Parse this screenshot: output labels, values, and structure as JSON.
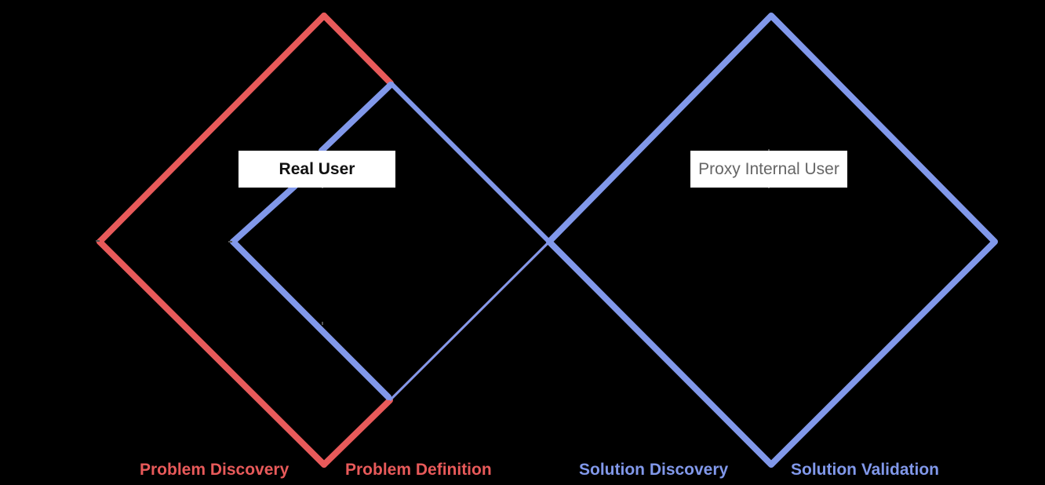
{
  "labels": {
    "real_user": "Real User",
    "proxy_user": "Proxy Internal User"
  },
  "phases": [
    {
      "label": "Problem Discovery",
      "color": "#e85a5a"
    },
    {
      "label": "Problem Definition",
      "color": "#e85a5a"
    },
    {
      "label": "Solution Discovery",
      "color": "#8198ea"
    },
    {
      "label": "Solution Validation",
      "color": "#8198ea"
    }
  ],
  "colors": {
    "problem": "#e85a5a",
    "solution": "#8198ea",
    "background": "#000000"
  }
}
